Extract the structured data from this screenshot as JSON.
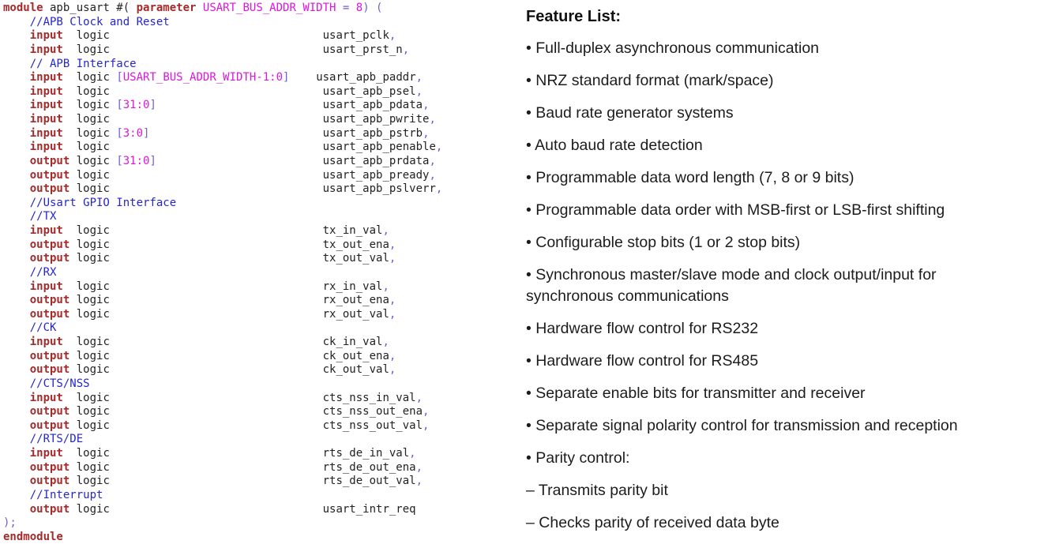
{
  "page": {
    "background": "#ffffff"
  },
  "code": {
    "language": "systemverilog",
    "colors": {
      "k": "#a52a2a",
      "c": "#2525d2",
      "m": "#dd16dd",
      "p": "#6e60d5",
      "t": "#222222"
    },
    "lines": [
      [
        [
          "k",
          "module"
        ],
        [
          "t",
          " apb_usart #( "
        ],
        [
          "k",
          "parameter"
        ],
        [
          "t",
          " "
        ],
        [
          "m",
          "USART_BUS_ADDR_WIDTH"
        ],
        [
          "p",
          " = "
        ],
        [
          "m",
          "8"
        ],
        [
          "p",
          ") ("
        ]
      ],
      [
        [
          "t",
          "    "
        ],
        [
          "c",
          "//APB Clock and Reset"
        ]
      ],
      [
        [
          "t",
          "    "
        ],
        [
          "k",
          "input"
        ],
        [
          "t",
          "  logic                                usart_pclk"
        ],
        [
          "p",
          ","
        ]
      ],
      [
        [
          "t",
          "    "
        ],
        [
          "k",
          "input"
        ],
        [
          "t",
          "  logic                                usart_prst_n"
        ],
        [
          "p",
          ","
        ]
      ],
      [
        [
          "t",
          "    "
        ],
        [
          "c",
          "// APB Interface"
        ]
      ],
      [
        [
          "t",
          "    "
        ],
        [
          "k",
          "input"
        ],
        [
          "t",
          "  logic "
        ],
        [
          "p",
          "["
        ],
        [
          "m",
          "USART_BUS_ADDR_WIDTH-1:0"
        ],
        [
          "p",
          "]"
        ],
        [
          "t",
          "    usart_apb_paddr"
        ],
        [
          "p",
          ","
        ]
      ],
      [
        [
          "t",
          "    "
        ],
        [
          "k",
          "input"
        ],
        [
          "t",
          "  logic                                usart_apb_psel"
        ],
        [
          "p",
          ","
        ]
      ],
      [
        [
          "t",
          "    "
        ],
        [
          "k",
          "input"
        ],
        [
          "t",
          "  logic "
        ],
        [
          "p",
          "["
        ],
        [
          "m",
          "31:0"
        ],
        [
          "p",
          "]"
        ],
        [
          "t",
          "                         usart_apb_pdata"
        ],
        [
          "p",
          ","
        ]
      ],
      [
        [
          "t",
          "    "
        ],
        [
          "k",
          "input"
        ],
        [
          "t",
          "  logic                                usart_apb_pwrite"
        ],
        [
          "p",
          ","
        ]
      ],
      [
        [
          "t",
          "    "
        ],
        [
          "k",
          "input"
        ],
        [
          "t",
          "  logic "
        ],
        [
          "p",
          "["
        ],
        [
          "m",
          "3:0"
        ],
        [
          "p",
          "]"
        ],
        [
          "t",
          "                          usart_apb_pstrb"
        ],
        [
          "p",
          ","
        ]
      ],
      [
        [
          "t",
          "    "
        ],
        [
          "k",
          "input"
        ],
        [
          "t",
          "  logic                                usart_apb_penable"
        ],
        [
          "p",
          ","
        ]
      ],
      [
        [
          "t",
          "    "
        ],
        [
          "k",
          "output"
        ],
        [
          "t",
          " logic "
        ],
        [
          "p",
          "["
        ],
        [
          "m",
          "31:0"
        ],
        [
          "p",
          "]"
        ],
        [
          "t",
          "                         usart_apb_prdata"
        ],
        [
          "p",
          ","
        ]
      ],
      [
        [
          "t",
          "    "
        ],
        [
          "k",
          "output"
        ],
        [
          "t",
          " logic                                usart_apb_pready"
        ],
        [
          "p",
          ","
        ]
      ],
      [
        [
          "t",
          "    "
        ],
        [
          "k",
          "output"
        ],
        [
          "t",
          " logic                                usart_apb_pslverr"
        ],
        [
          "p",
          ","
        ]
      ],
      [
        [
          "t",
          "    "
        ],
        [
          "c",
          "//Usart GPIO Interface"
        ]
      ],
      [
        [
          "t",
          "    "
        ],
        [
          "c",
          "//TX"
        ]
      ],
      [
        [
          "t",
          "    "
        ],
        [
          "k",
          "input"
        ],
        [
          "t",
          "  logic                                tx_in_val"
        ],
        [
          "p",
          ","
        ]
      ],
      [
        [
          "t",
          "    "
        ],
        [
          "k",
          "output"
        ],
        [
          "t",
          " logic                                tx_out_ena"
        ],
        [
          "p",
          ","
        ]
      ],
      [
        [
          "t",
          "    "
        ],
        [
          "k",
          "output"
        ],
        [
          "t",
          " logic                                tx_out_val"
        ],
        [
          "p",
          ","
        ]
      ],
      [
        [
          "t",
          "    "
        ],
        [
          "c",
          "//RX"
        ]
      ],
      [
        [
          "t",
          "    "
        ],
        [
          "k",
          "input"
        ],
        [
          "t",
          "  logic                                rx_in_val"
        ],
        [
          "p",
          ","
        ]
      ],
      [
        [
          "t",
          "    "
        ],
        [
          "k",
          "output"
        ],
        [
          "t",
          " logic                                rx_out_ena"
        ],
        [
          "p",
          ","
        ]
      ],
      [
        [
          "t",
          "    "
        ],
        [
          "k",
          "output"
        ],
        [
          "t",
          " logic                                rx_out_val"
        ],
        [
          "p",
          ","
        ]
      ],
      [
        [
          "t",
          "    "
        ],
        [
          "c",
          "//CK"
        ]
      ],
      [
        [
          "t",
          "    "
        ],
        [
          "k",
          "input"
        ],
        [
          "t",
          "  logic                                ck_in_val"
        ],
        [
          "p",
          ","
        ]
      ],
      [
        [
          "t",
          "    "
        ],
        [
          "k",
          "output"
        ],
        [
          "t",
          " logic                                ck_out_ena"
        ],
        [
          "p",
          ","
        ]
      ],
      [
        [
          "t",
          "    "
        ],
        [
          "k",
          "output"
        ],
        [
          "t",
          " logic                                ck_out_val"
        ],
        [
          "p",
          ","
        ]
      ],
      [
        [
          "t",
          "    "
        ],
        [
          "c",
          "//CTS/NSS"
        ]
      ],
      [
        [
          "t",
          "    "
        ],
        [
          "k",
          "input"
        ],
        [
          "t",
          "  logic                                cts_nss_in_val"
        ],
        [
          "p",
          ","
        ]
      ],
      [
        [
          "t",
          "    "
        ],
        [
          "k",
          "output"
        ],
        [
          "t",
          " logic                                cts_nss_out_ena"
        ],
        [
          "p",
          ","
        ]
      ],
      [
        [
          "t",
          "    "
        ],
        [
          "k",
          "output"
        ],
        [
          "t",
          " logic                                cts_nss_out_val"
        ],
        [
          "p",
          ","
        ]
      ],
      [
        [
          "t",
          "    "
        ],
        [
          "c",
          "//RTS/DE"
        ]
      ],
      [
        [
          "t",
          "    "
        ],
        [
          "k",
          "input"
        ],
        [
          "t",
          "  logic                                rts_de_in_val"
        ],
        [
          "p",
          ","
        ]
      ],
      [
        [
          "t",
          "    "
        ],
        [
          "k",
          "output"
        ],
        [
          "t",
          " logic                                rts_de_out_ena"
        ],
        [
          "p",
          ","
        ]
      ],
      [
        [
          "t",
          "    "
        ],
        [
          "k",
          "output"
        ],
        [
          "t",
          " logic                                rts_de_out_val"
        ],
        [
          "p",
          ","
        ]
      ],
      [
        [
          "t",
          "    "
        ],
        [
          "c",
          "//Interrupt"
        ]
      ],
      [
        [
          "t",
          "    "
        ],
        [
          "k",
          "output"
        ],
        [
          "t",
          " logic                                usart_intr_req"
        ]
      ],
      [
        [
          "p",
          ");"
        ]
      ],
      [
        [
          "k",
          "endmodule"
        ]
      ]
    ]
  },
  "features": {
    "heading": "Feature List:",
    "items": [
      {
        "marker": "•",
        "text": "Full-duplex asynchronous communication"
      },
      {
        "marker": "•",
        "text": "NRZ standard format (mark/space)"
      },
      {
        "marker": "•",
        "text": "Baud rate generator systems"
      },
      {
        "marker": "•",
        "text": "Auto baud rate detection"
      },
      {
        "marker": "•",
        "text": "Programmable data word length (7, 8 or 9 bits)"
      },
      {
        "marker": "•",
        "text": "Programmable data order with MSB-first or LSB-first shifting"
      },
      {
        "marker": "•",
        "text": "Configurable stop bits (1 or 2 stop bits)"
      },
      {
        "marker": "•",
        "text": "Synchronous master/slave mode and clock output/input for\nsynchronous communications"
      },
      {
        "marker": "•",
        "text": "Hardware flow control for RS232"
      },
      {
        "marker": "•",
        "text": "Hardware flow control for RS485"
      },
      {
        "marker": "•",
        "text": "Separate enable bits for transmitter and receiver"
      },
      {
        "marker": "•",
        "text": "Separate signal polarity control for transmission and reception"
      },
      {
        "marker": "•",
        "text": "Parity control:"
      },
      {
        "marker": "–",
        "text": "Transmits parity bit"
      },
      {
        "marker": "–",
        "text": "Checks parity of received data byte"
      }
    ]
  }
}
